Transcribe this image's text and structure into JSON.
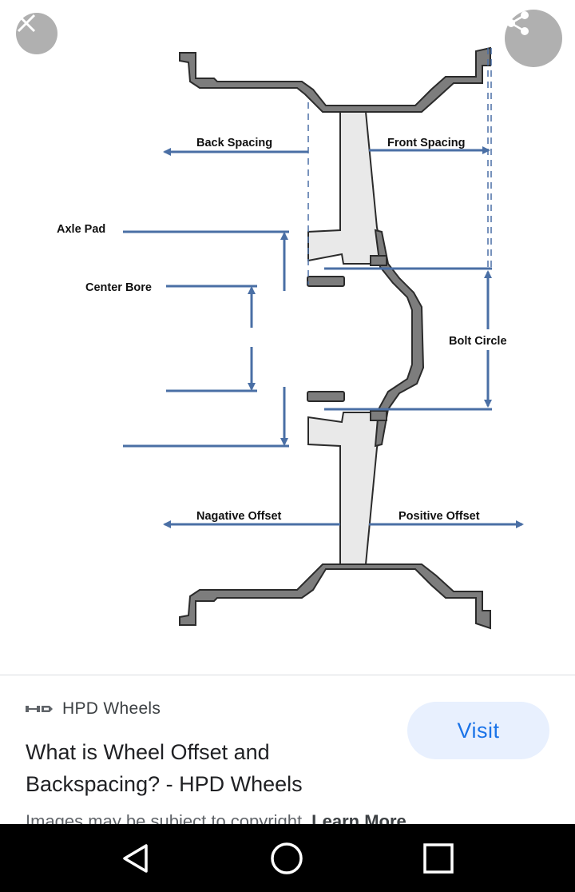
{
  "diagram": {
    "labels": {
      "back_spacing": "Back Spacing",
      "front_spacing": "Front Spacing",
      "axle_pad": "Axle Pad",
      "center_bore": "Center Bore",
      "bolt_circle": "Bolt Circle",
      "negative_offset": "Nagative Offset",
      "positive_offset": "Positive Offset"
    },
    "colors": {
      "arrow": "#4a6fa5",
      "rim": "#7d7d7d",
      "disc": "#e9e9e9",
      "outline": "#2b2b2b"
    }
  },
  "overlay": {
    "close_icon": "close-icon",
    "share_icon": "share-icon"
  },
  "result": {
    "source": "HPD Wheels",
    "title": "What is Wheel Offset and Backspacing? - HPD Wheels",
    "visit_label": "Visit",
    "copyright_text": "Images may be subject to copyright.",
    "learn_more": "Learn More"
  },
  "navbar": {
    "back_icon": "back-triangle-icon",
    "home_icon": "home-circle-icon",
    "recents_icon": "recents-square-icon"
  }
}
